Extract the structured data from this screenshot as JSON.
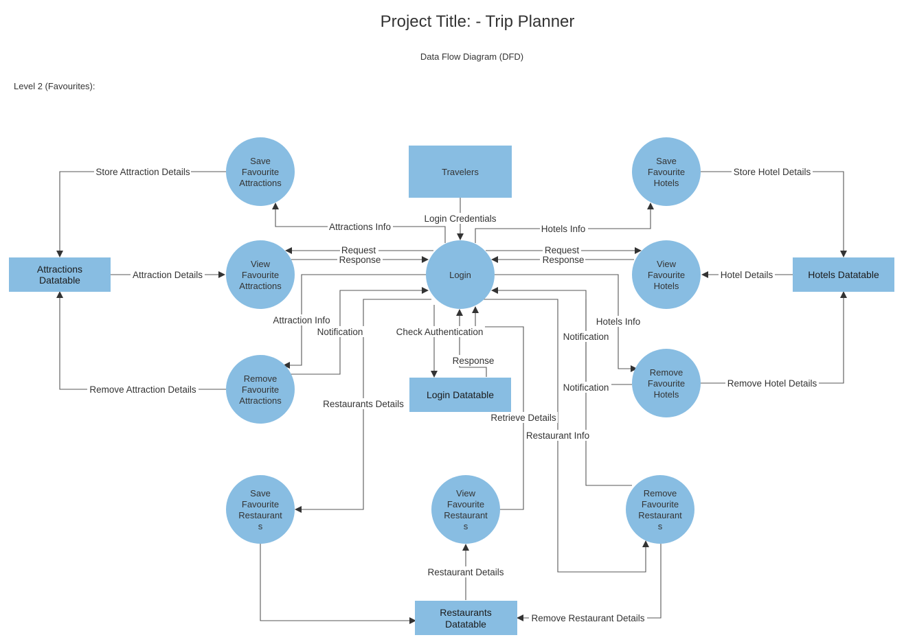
{
  "header": {
    "title": "Project Title: - Trip Planner",
    "subtitle": "Data Flow Diagram (DFD)",
    "level": "Level 2 (Favourites):"
  },
  "nodes": {
    "travelers": [
      "Travelers"
    ],
    "login": [
      "Login"
    ],
    "login_datatable": [
      "Login Datatable"
    ],
    "attractions_datatable": [
      "Attractions",
      "Datatable"
    ],
    "hotels_datatable": [
      "Hotels Datatable"
    ],
    "restaurants_datatable": [
      "Restaurants",
      "Datatable"
    ],
    "save_fav_attractions": [
      "Save",
      "Favourite",
      "Attractions"
    ],
    "view_fav_attractions": [
      "View",
      "Favourite",
      "Attractions"
    ],
    "remove_fav_attractions": [
      "Remove",
      "Favourite",
      "Attractions"
    ],
    "save_fav_hotels": [
      "Save",
      "Favourite",
      "Hotels"
    ],
    "view_fav_hotels": [
      "View",
      "Favourite",
      "Hotels"
    ],
    "remove_fav_hotels": [
      "Remove",
      "Favourite",
      "Hotels"
    ],
    "save_fav_restaurants": [
      "Save",
      "Favourite",
      "Restaurant",
      "s"
    ],
    "view_fav_restaurants": [
      "View",
      "Favourite",
      "Restaurant",
      "s"
    ],
    "remove_fav_restaurants": [
      "Remove",
      "Favourite",
      "Restaurant",
      "s"
    ]
  },
  "edge_labels": {
    "store_attraction_details": "Store Attraction Details",
    "attractions_info": "Attractions Info",
    "login_credentials": "Login Credentials",
    "hotels_info_top": "Hotels Info",
    "store_hotel_details": "Store Hotel Details",
    "request_left": "Request",
    "response_left": "Response",
    "request_right": "Request",
    "response_right": "Response",
    "attraction_details": "Attraction Details",
    "hotel_details": "Hotel Details",
    "attraction_info": "Attraction Info",
    "notification_left": "Notification",
    "check_authentication": "Check Authentication",
    "response_auth": "Response",
    "hotels_info_right": "Hotels Info",
    "notification_right_1": "Notification",
    "notification_right_2": "Notification",
    "remove_attraction_details": "Remove Attraction Details",
    "remove_hotel_details": "Remove Hotel Details",
    "restaurants_details": "Restaurants Details",
    "retrieve_details": "Retrieve Details",
    "restaurant_info": "Restaurant Info",
    "restaurant_details": "Restaurant Details",
    "remove_restaurant_details": "Remove Restaurant Details"
  }
}
